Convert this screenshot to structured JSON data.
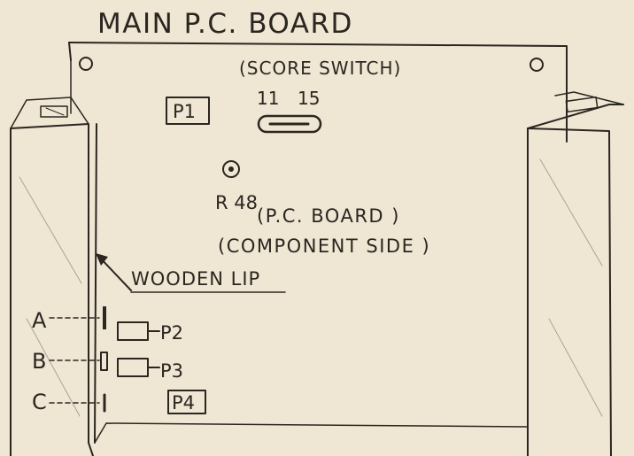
{
  "title": "MAIN P.C. BOARD",
  "switch": {
    "label": "(SCORE SWITCH)",
    "pos_left": "11",
    "pos_right": "15"
  },
  "components": {
    "p1": "P1",
    "r48": "R 48",
    "p2": "P2",
    "p3": "P3",
    "p4": "P4"
  },
  "board_caption": {
    "line1": "(P.C.  BOARD )",
    "line2": "(COMPONENT  SIDE )"
  },
  "wooden_lip": "WOODEN LIP",
  "callouts": {
    "a": "A",
    "b": "B",
    "c": "C"
  },
  "colors": {
    "paper": "#efe6d4",
    "ink": "#2b2620"
  }
}
